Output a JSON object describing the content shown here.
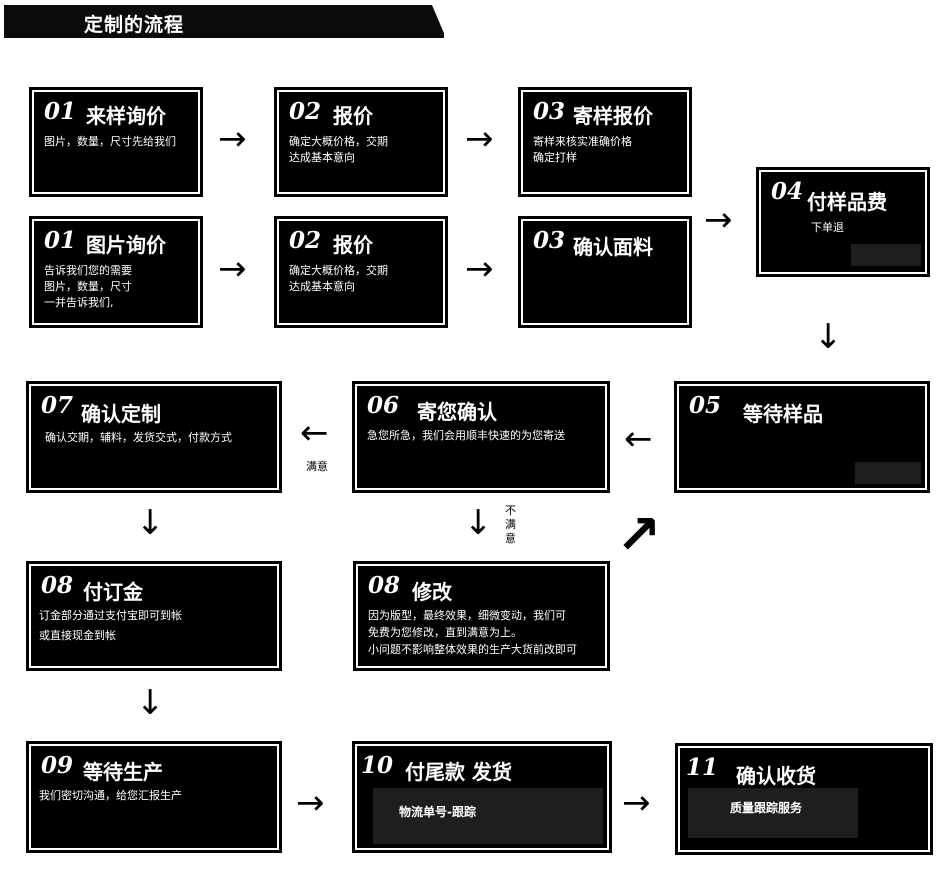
{
  "header": {
    "title": "定制的流程"
  },
  "steps": {
    "s01a": {
      "num": "01",
      "title": "来样询价",
      "lines": [
        "图片，数量，尺寸先给我们"
      ]
    },
    "s02a": {
      "num": "02",
      "title": "报价",
      "lines": [
        "确定大概价格，交期",
        "达成基本意向"
      ]
    },
    "s03a": {
      "num": "03",
      "title": "寄样报价",
      "lines": [
        "寄样来核实准确价格",
        "确定打样"
      ]
    },
    "s01b": {
      "num": "01",
      "title": "图片询价",
      "lines": [
        "告诉我们您的需要",
        "图片，数量，尺寸",
        "一并告诉我们,"
      ]
    },
    "s02b": {
      "num": "02",
      "title": "报价",
      "lines": [
        "确定大概价格，交期",
        "达成基本意向"
      ]
    },
    "s03b": {
      "num": "03",
      "title": "确认面料",
      "lines": []
    },
    "s04": {
      "num": "04",
      "title": "付样品费",
      "lines": [
        "下单退"
      ]
    },
    "s05": {
      "num": "05",
      "title": "等待样品",
      "lines": []
    },
    "s06": {
      "num": "06",
      "title": "寄您确认",
      "lines": [
        "急您所急，我们会用顺丰快速的为您寄送"
      ]
    },
    "s07": {
      "num": "07",
      "title": "确认定制",
      "lines": [
        "确认交期，辅料，发货交式，付款方式"
      ]
    },
    "s08a": {
      "num": "08",
      "title": "付订金",
      "lines": [
        "订金部分通过支付宝即可到帐",
        "或直接现金到帐"
      ]
    },
    "s08b": {
      "num": "08",
      "title": "修改",
      "lines": [
        "因为版型，最终效果，细微变动，我们可",
        "免费为您修改，直到满意为上。",
        "小问题不影响整体效果的生产大货前改即可"
      ]
    },
    "s09": {
      "num": "09",
      "title": "等待生产",
      "lines": [
        "我们密切沟通，给您汇报生产"
      ]
    },
    "s10": {
      "num": "10",
      "title": "付尾款 发货",
      "lines": [
        "物流单号-跟踪"
      ]
    },
    "s11": {
      "num": "11",
      "title": "确认收货",
      "lines": [
        "质量跟踪服务"
      ]
    }
  },
  "labels": {
    "satisfied": "满意",
    "unsatisfied": "不满意",
    "unsatisfied_chars": [
      "不",
      "满",
      "意"
    ]
  },
  "arrows": {
    "right": "→",
    "left": "←",
    "down": "↓",
    "diag": "↗"
  }
}
